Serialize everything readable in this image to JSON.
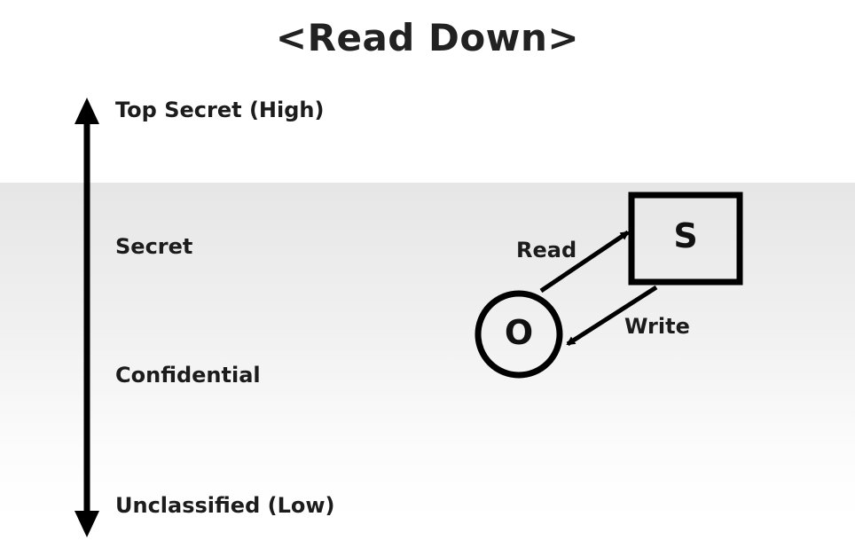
{
  "title": "<Read Down>",
  "levels": {
    "top_secret": "Top Secret (High)",
    "secret": "Secret",
    "confidential": "Confidential",
    "unclassified": "Unclassified (Low)"
  },
  "diagram": {
    "subject": "S",
    "object": "O",
    "read_label": "Read",
    "write_label": "Write"
  },
  "colors": {
    "stroke": "#000000",
    "band": "#ececec"
  }
}
